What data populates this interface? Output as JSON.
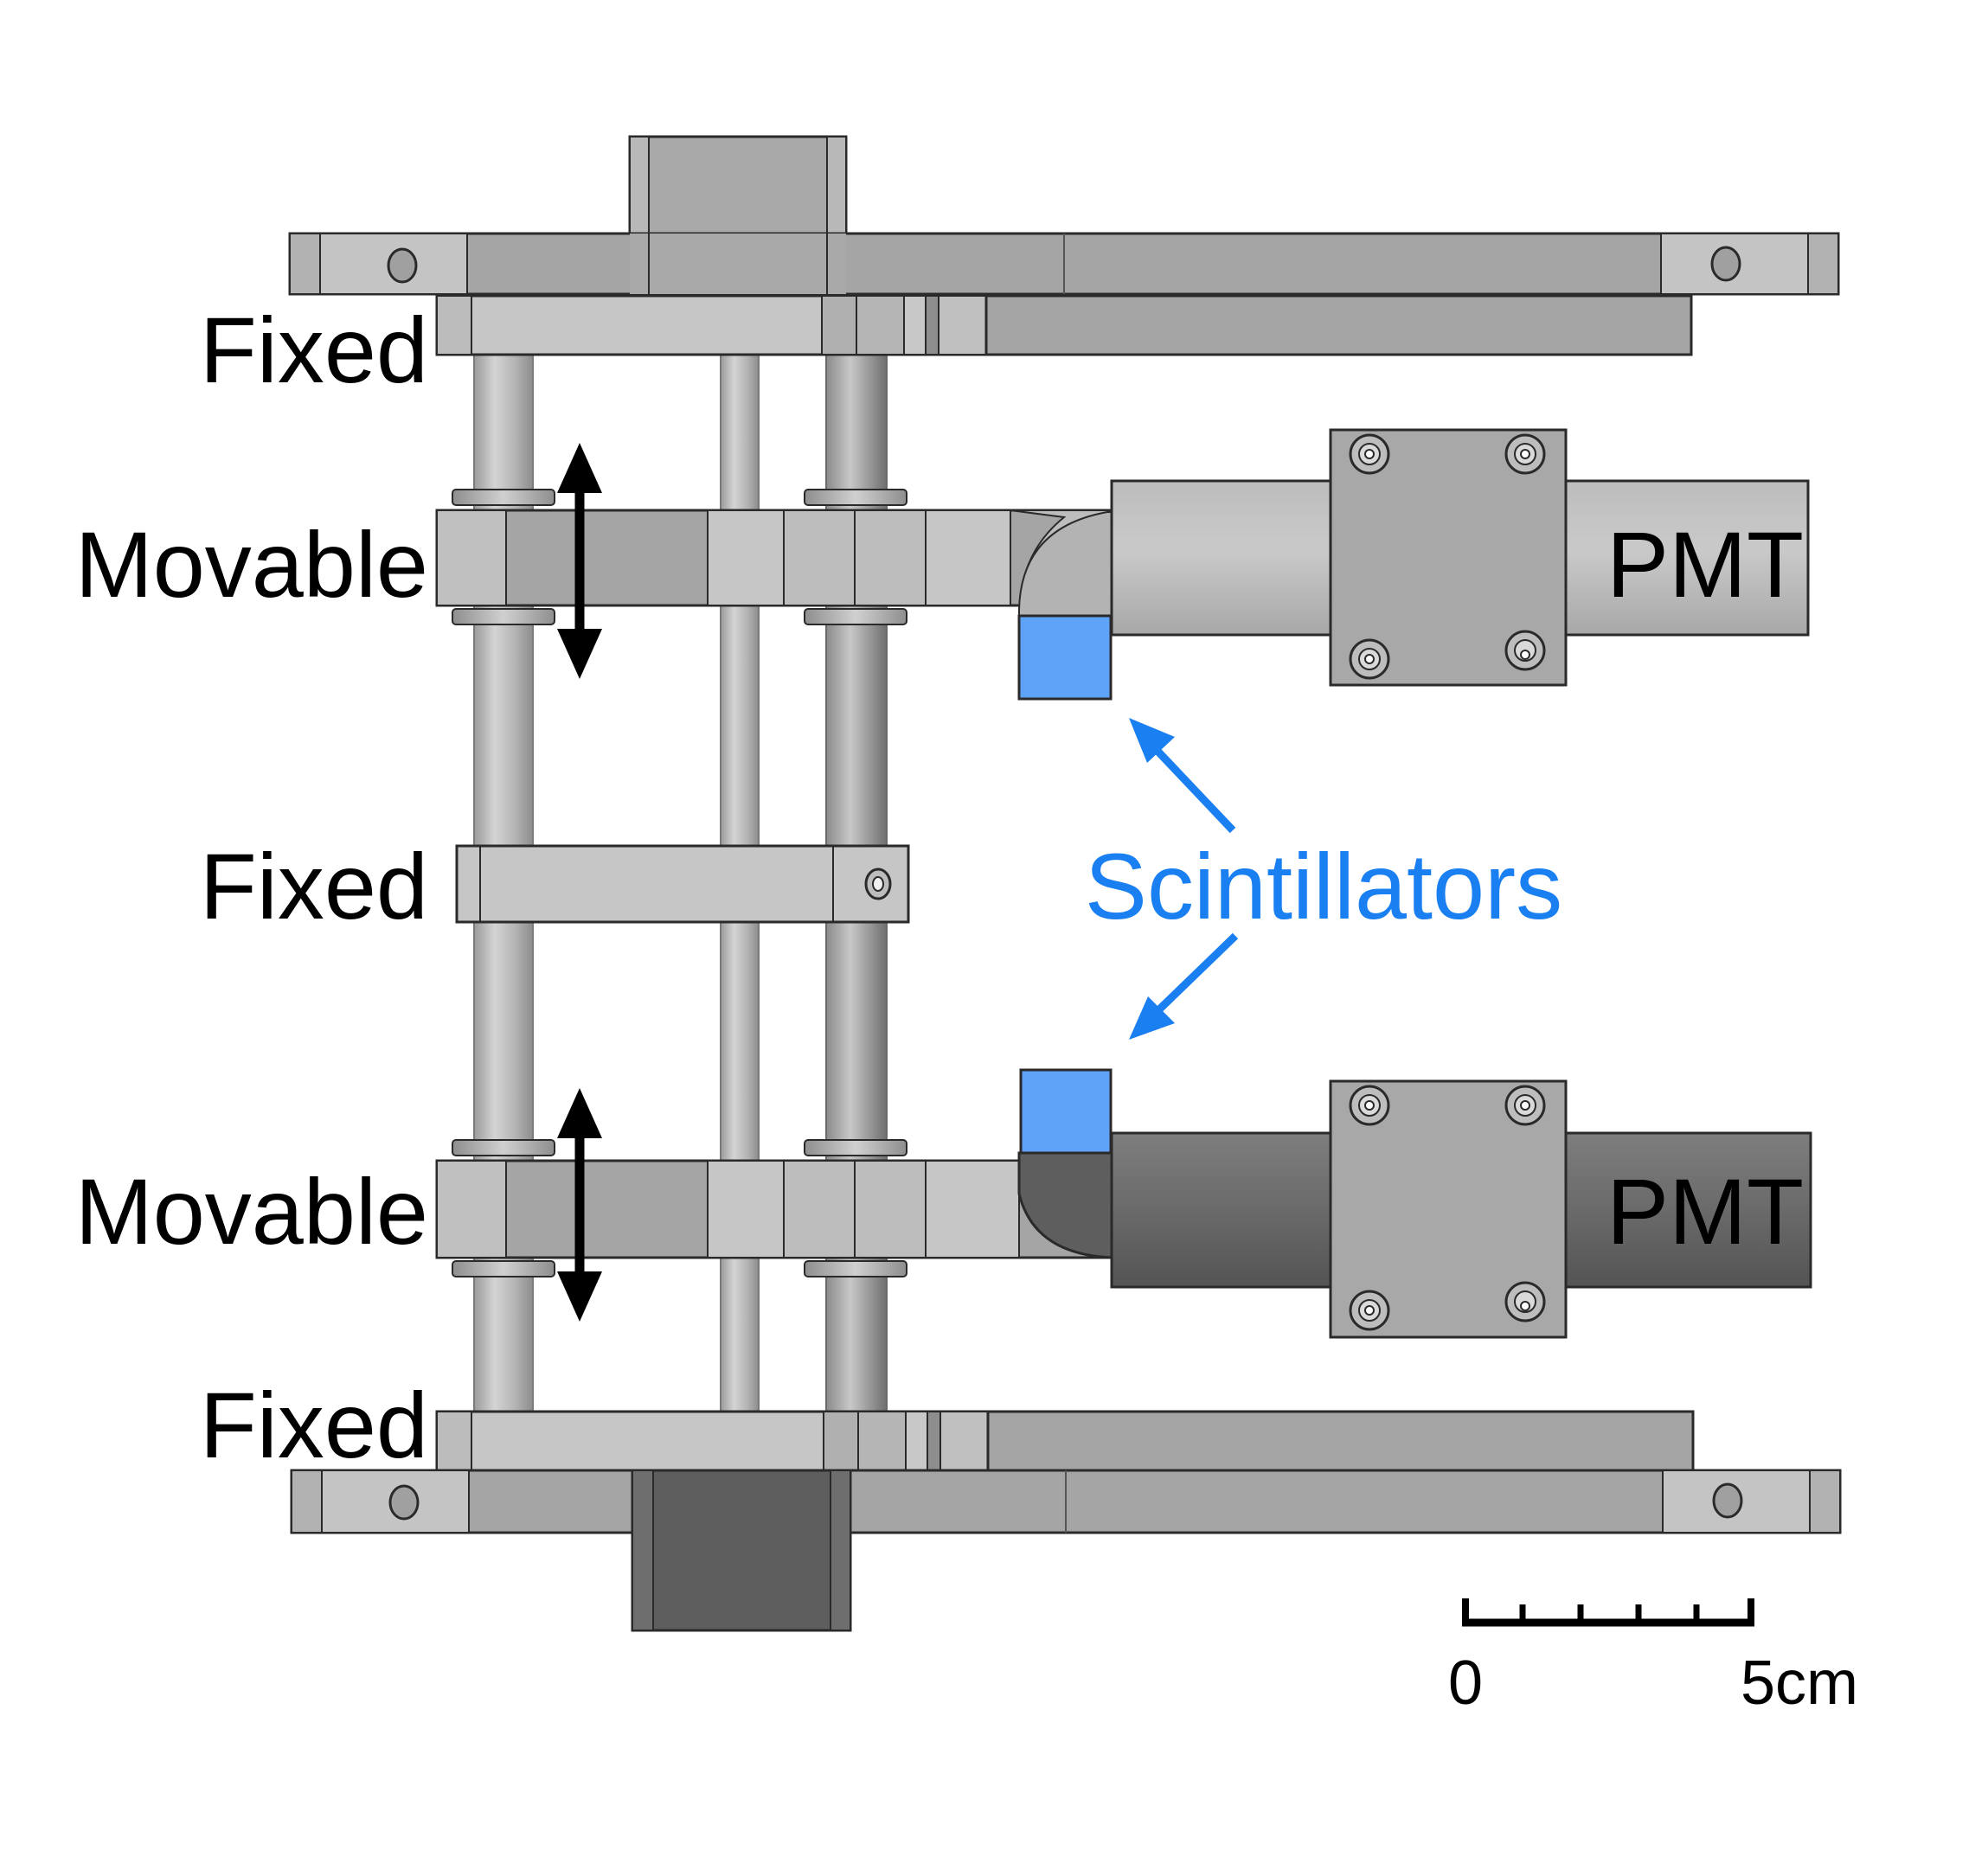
{
  "labels": {
    "fixed_top": "Fixed",
    "movable_top": "Movable",
    "fixed_middle": "Fixed",
    "movable_bottom": "Movable",
    "fixed_bottom": "Fixed",
    "pmt_top": "PMT",
    "pmt_bottom": "PMT",
    "scintillators": "Scintillators"
  },
  "scale_bar": {
    "start_label": "0",
    "end_label": "5cm"
  },
  "colors": {
    "scintillator": "#5ea3f7",
    "annotation": "#1a7ff0",
    "metal_light": "#c8c8c8",
    "metal_mid": "#a5a5a5",
    "metal_dark": "#5e5e5e",
    "outline": "#2a2a2a"
  },
  "icons": {
    "movable_arrow": "double-headed-vertical-arrow",
    "pointer_arrow": "arrow-icon"
  }
}
